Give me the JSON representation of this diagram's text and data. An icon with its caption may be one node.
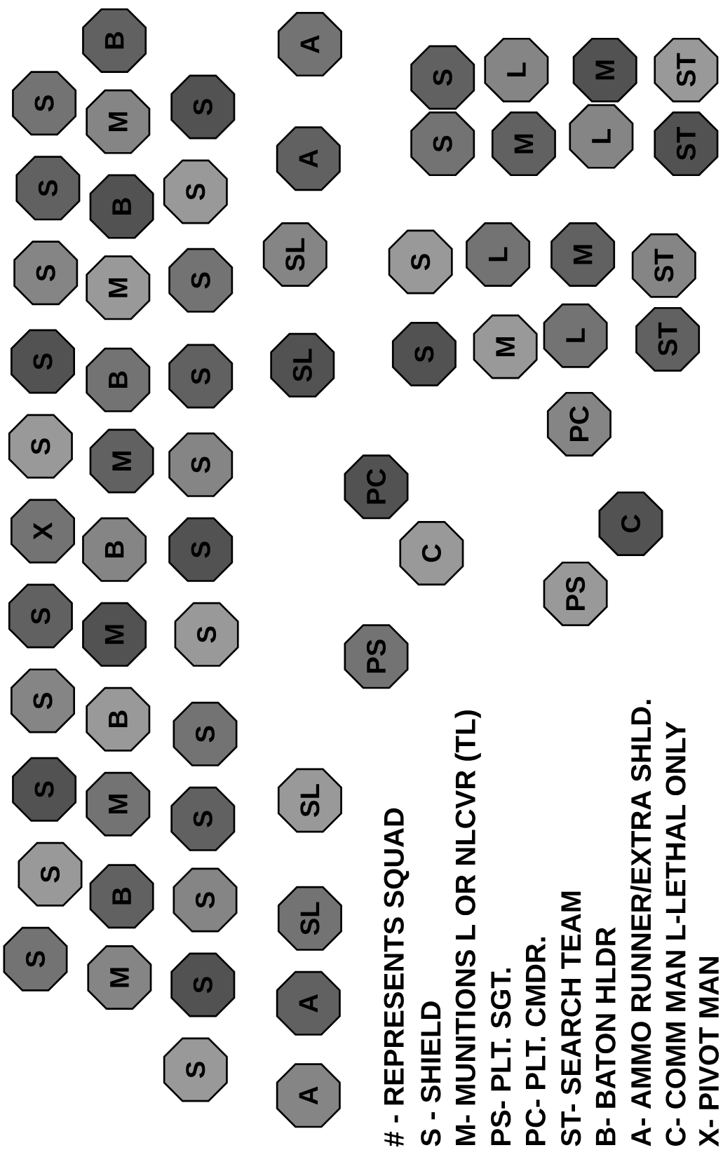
{
  "diagram": {
    "nodes": [
      {
        "text": [
          "S"
        ]
      },
      {
        "text": [
          "S"
        ]
      },
      {
        "text": [
          "S"
        ]
      },
      {
        "text": [
          "S"
        ]
      },
      {
        "text": [
          "S"
        ]
      },
      {
        "text": [
          "X"
        ]
      },
      {
        "text": [
          "S"
        ]
      },
      {
        "text": [
          "S"
        ]
      },
      {
        "text": [
          "S"
        ]
      },
      {
        "text": [
          "S"
        ]
      },
      {
        "text": [
          "S"
        ]
      },
      {
        "text": [
          "B"
        ]
      },
      {
        "text": [
          "M"
        ]
      },
      {
        "text": [
          "B"
        ]
      },
      {
        "text": [
          "M"
        ]
      },
      {
        "text": [
          "B"
        ]
      },
      {
        "text": [
          "M"
        ]
      },
      {
        "text": [
          "B"
        ]
      },
      {
        "text": [
          "M"
        ]
      },
      {
        "text": [
          "B"
        ]
      },
      {
        "text": [
          "M"
        ]
      },
      {
        "text": [
          "B"
        ]
      },
      {
        "text": [
          "M"
        ]
      },
      {
        "text": [
          "S"
        ]
      },
      {
        "text": [
          "S"
        ]
      },
      {
        "text": [
          "S"
        ]
      },
      {
        "text": [
          "S"
        ]
      },
      {
        "text": [
          "S"
        ]
      },
      {
        "text": [
          "S"
        ]
      },
      {
        "text": [
          "S"
        ]
      },
      {
        "text": [
          "S"
        ]
      },
      {
        "text": [
          "S"
        ]
      },
      {
        "text": [
          "S"
        ]
      },
      {
        "text": [
          "S"
        ]
      },
      {
        "text": [
          "S"
        ]
      },
      {
        "text": [
          "A"
        ]
      },
      {
        "text": [
          "A"
        ]
      },
      {
        "text": [
          "SL"
        ]
      },
      {
        "text": [
          "SL"
        ]
      },
      {
        "text": [
          "SL"
        ]
      },
      {
        "text": [
          "SL"
        ]
      },
      {
        "text": [
          "A"
        ]
      },
      {
        "text": [
          "A"
        ]
      },
      {
        "text": [
          "PC"
        ]
      },
      {
        "text": [
          "C"
        ]
      },
      {
        "text": [
          "PS"
        ]
      },
      {
        "text": [
          "S"
        ]
      },
      {
        "text": [
          "L"
        ]
      },
      {
        "text": [
          "M"
        ]
      },
      {
        "text": [
          "ST"
        ]
      },
      {
        "text": [
          "S"
        ]
      },
      {
        "text": [
          "M"
        ]
      },
      {
        "text": [
          "L"
        ]
      },
      {
        "text": [
          "ST"
        ]
      },
      {
        "text": [
          "S"
        ]
      },
      {
        "text": [
          "L"
        ]
      },
      {
        "text": [
          "M"
        ]
      },
      {
        "text": [
          "ST"
        ]
      },
      {
        "text": [
          "S"
        ]
      },
      {
        "text": [
          "M"
        ]
      },
      {
        "text": [
          "L"
        ]
      },
      {
        "text": [
          "ST"
        ]
      },
      {
        "text": [
          "PC"
        ]
      },
      {
        "text": [
          "C"
        ]
      },
      {
        "text": [
          "PS"
        ]
      }
    ],
    "labels": [
      "# - REPRESENTS SQUAD",
      "S - SHIELD",
      "M- MUNITIONS L OR NLCVR (TL)",
      "PS- PLT. SGT.",
      "PC- PLT. CMDR.",
      "ST- SEARCH TEAM",
      "B- BATON HLDR",
      "A- AMMO RUNNER/EXTRA SHLD.",
      "C- COMM MAN  L-LETHAL ONLY",
      "X- PIVOT MAN"
    ]
  }
}
